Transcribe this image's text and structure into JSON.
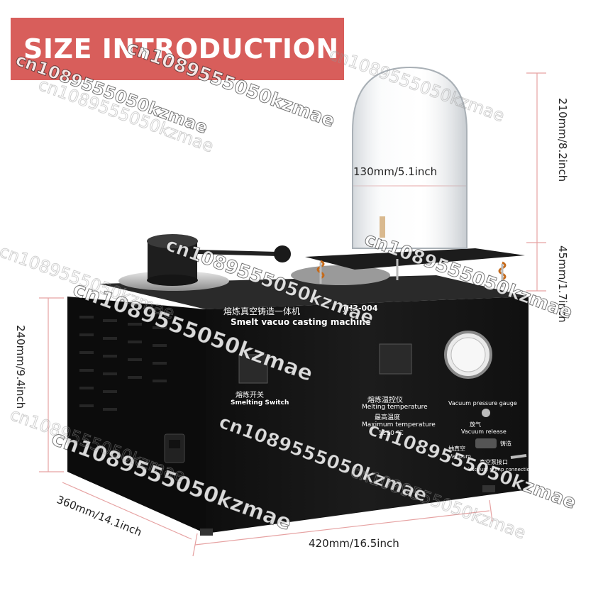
{
  "banner": {
    "title": "SIZE INTRODUCTION"
  },
  "dimensions": {
    "dome_width": "130mm/5.1inch",
    "dome_height": "210mm/8.2inch",
    "platform_height": "45mm/1.7inch",
    "body_height": "240mm/9.4inch",
    "depth": "360mm/14.1inch",
    "width": "420mm/16.5inch"
  },
  "panel": {
    "title_cn": "熔炼真空铸造一体机",
    "title_en": "Smelt vacuo casting machine",
    "model": "JH3-004",
    "smelting_switch_cn": "熔炼开关",
    "smelting_switch_en": "Smelting Switch",
    "melting_temp_cn": "熔炼温控仪",
    "melting_temp_en": "Melting temperature",
    "max_temp_cn": "最高温度",
    "max_temp_en": "Maximum temperature",
    "max_temp_value": "1250 ℃",
    "vacuum_pressure": "Vacuum pressure gauge",
    "vacuum_release_cn": "放气",
    "vacuum_release_en": "Vacuum release",
    "vacuum_cn": "抽真空",
    "vacuum_en": "Vacuum",
    "casting_cn": "铸造",
    "pump_port_cn": "真空泵接口",
    "pump_port_en": "Vacuum pump connection port"
  },
  "watermark": {
    "text": "cn1089555050kzmae"
  },
  "colors": {
    "banner": "#d85e5b",
    "machine": "#161616",
    "dimension_line": "#e6a2a2"
  }
}
